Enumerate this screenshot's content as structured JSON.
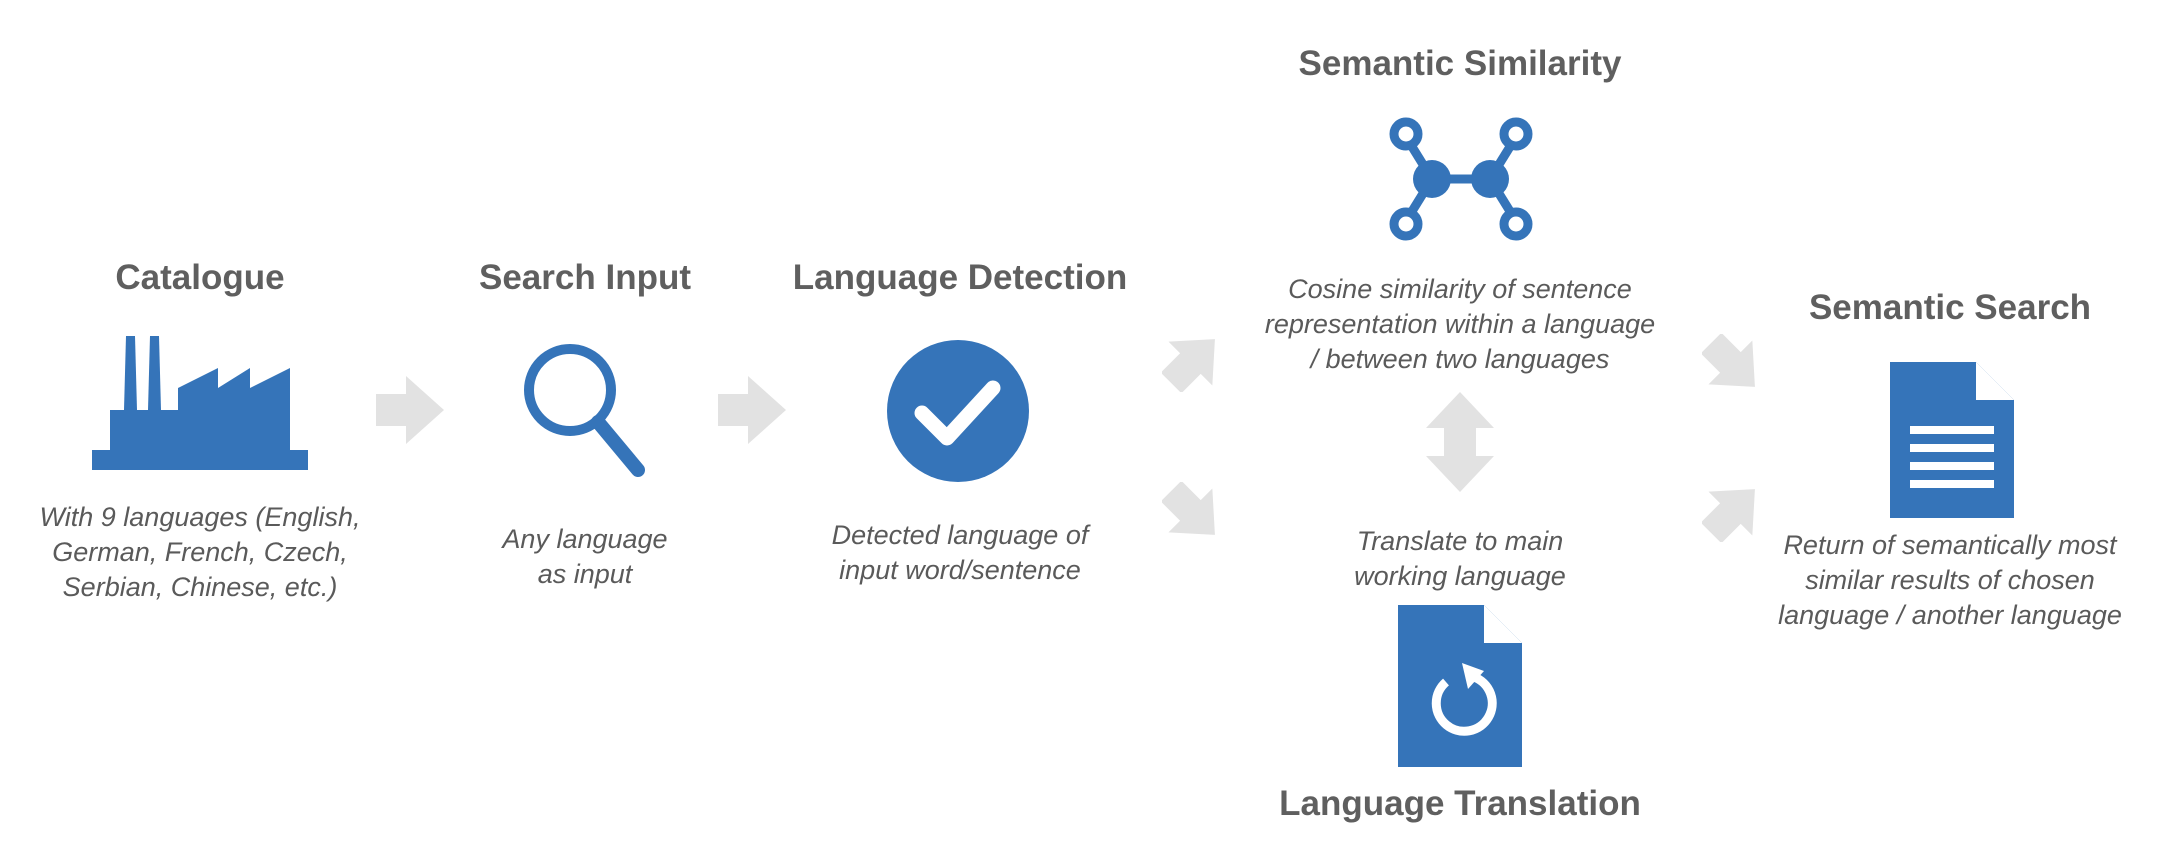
{
  "steps": {
    "catalogue": {
      "title": "Catalogue",
      "desc": [
        "With 9 languages (English,",
        "German, French, Czech,",
        "Serbian, Chinese, etc.)"
      ],
      "icon": "factory-icon"
    },
    "search_input": {
      "title": "Search Input",
      "desc": [
        "Any language",
        "as input"
      ],
      "icon": "magnifier-icon"
    },
    "language_detection": {
      "title": "Language Detection",
      "desc": [
        "Detected language of",
        "input word/sentence"
      ],
      "icon": "check-circle-icon"
    },
    "semantic_similarity": {
      "title": "Semantic Similarity",
      "desc": [
        "Cosine similarity of sentence",
        "representation within a language",
        "/ between two languages"
      ],
      "icon": "network-nodes-icon"
    },
    "language_translation": {
      "title": "Language Translation",
      "desc": [
        "Translate to main",
        "working language"
      ],
      "icon": "document-refresh-icon"
    },
    "semantic_search": {
      "title": "Semantic Search",
      "desc": [
        "Return of semantically most",
        "similar results of chosen",
        "language / another language"
      ],
      "icon": "document-lines-icon"
    }
  },
  "colors": {
    "icon_blue": "#3574b9",
    "arrow_gray": "#e2e2e2",
    "title_gray": "#5f5f5f",
    "text_gray": "#5a5a5a"
  }
}
